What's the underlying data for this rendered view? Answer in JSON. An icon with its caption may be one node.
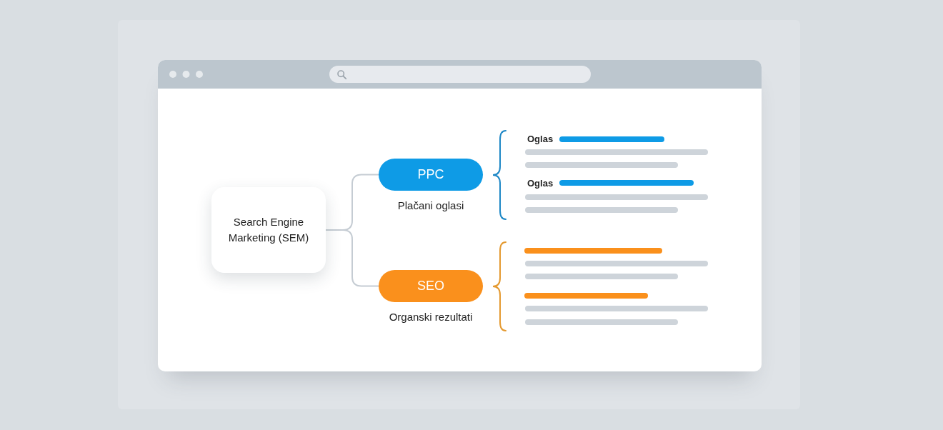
{
  "diagram": {
    "nodes": [
      {
        "text": [
          "Search Engine Marketing (SEM)"
        ]
      },
      {
        "text": [
          "PPC"
        ],
        "beside": [
          "Plačani oglasi"
        ]
      },
      {
        "text": [
          "SEO"
        ],
        "beside": [
          "Organski rezultati"
        ]
      }
    ],
    "edges": [
      {
        "from": 0,
        "to": 1,
        "arrow": "none"
      },
      {
        "from": 0,
        "to": 2,
        "arrow": "none"
      }
    ],
    "labels": [
      "Oglas",
      "Oglas"
    ]
  }
}
